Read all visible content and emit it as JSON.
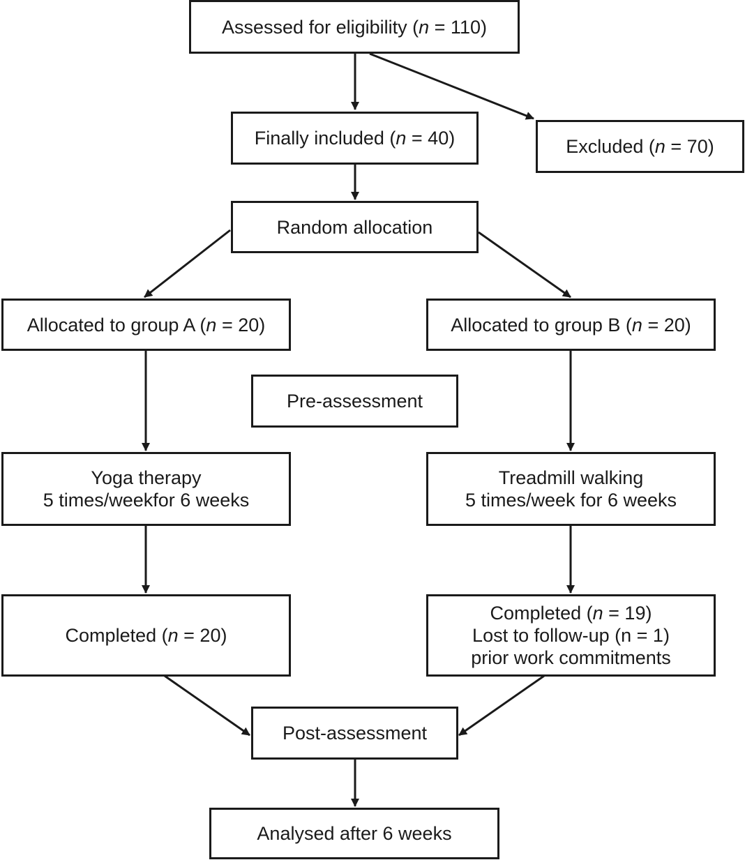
{
  "colors": {
    "stroke": "#1a1a1a",
    "background": "#ffffff"
  },
  "nodes": {
    "assessed": {
      "lines": [
        {
          "pre": "Assessed for eligibility (",
          "var": "n",
          "post": " = 110)"
        }
      ]
    },
    "included": {
      "lines": [
        {
          "pre": "Finally included (",
          "var": "n",
          "post": " = 40)"
        }
      ]
    },
    "excluded": {
      "lines": [
        {
          "pre": "Excluded (",
          "var": "n",
          "post": " = 70)"
        }
      ]
    },
    "random": {
      "lines": [
        {
          "pre": "Random allocation",
          "var": "",
          "post": ""
        }
      ]
    },
    "groupA": {
      "lines": [
        {
          "pre": "Allocated to group A (",
          "var": "n",
          "post": " = 20)"
        }
      ]
    },
    "groupB": {
      "lines": [
        {
          "pre": "Allocated to group B (",
          "var": "n",
          "post": " = 20)"
        }
      ]
    },
    "preassess": {
      "lines": [
        {
          "pre": "Pre-assessment",
          "var": "",
          "post": ""
        }
      ]
    },
    "yoga": {
      "lines": [
        {
          "pre": "Yoga therapy",
          "var": "",
          "post": ""
        },
        {
          "pre": "5 times/weekfor 6 weeks",
          "var": "",
          "post": ""
        }
      ]
    },
    "treadmill": {
      "lines": [
        {
          "pre": "Treadmill walking",
          "var": "",
          "post": ""
        },
        {
          "pre": "5 times/week for 6 weeks",
          "var": "",
          "post": ""
        }
      ]
    },
    "completedA": {
      "lines": [
        {
          "pre": "Completed (",
          "var": "n",
          "post": " = 20)"
        }
      ]
    },
    "completedB": {
      "lines": [
        {
          "pre": "Completed (",
          "var": "n",
          "post": " = 19)"
        },
        {
          "pre": "Lost to follow-up (n = 1)",
          "var": "",
          "post": ""
        },
        {
          "pre": "prior work commitments",
          "var": "",
          "post": ""
        }
      ]
    },
    "postassess": {
      "lines": [
        {
          "pre": "Post-assessment",
          "var": "",
          "post": ""
        }
      ]
    },
    "analysed": {
      "lines": [
        {
          "pre": "Analysed after 6 weeks",
          "var": "",
          "post": ""
        }
      ]
    }
  }
}
